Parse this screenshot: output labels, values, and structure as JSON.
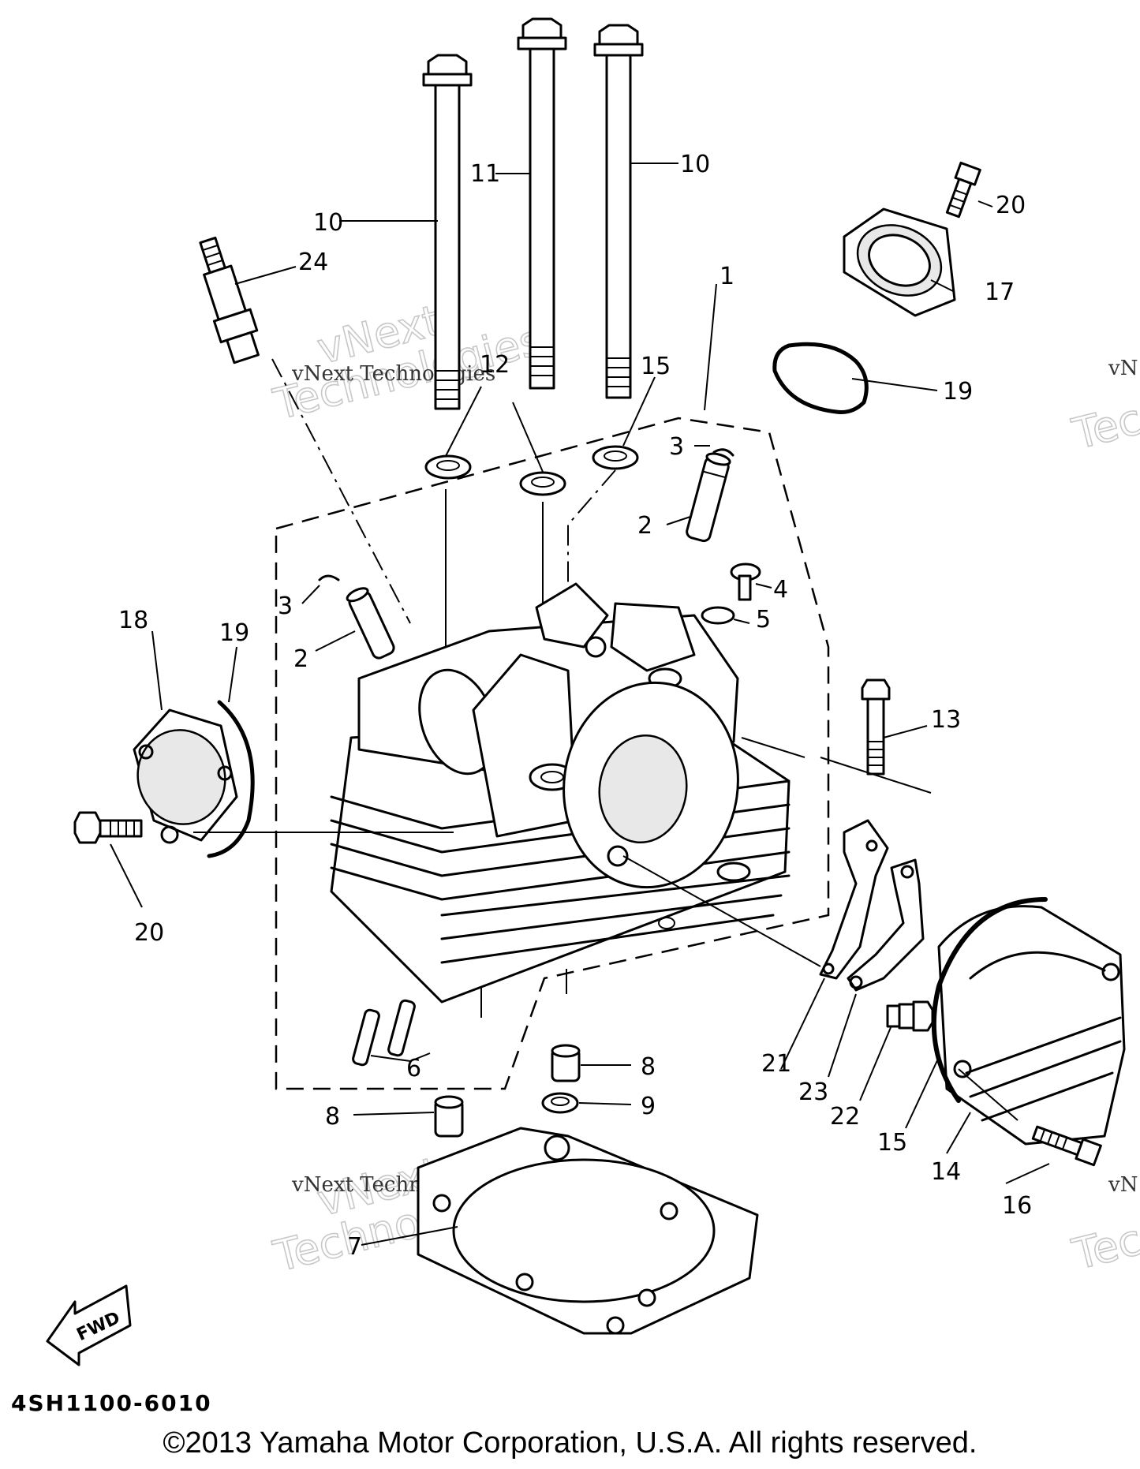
{
  "callouts": {
    "c1": "1",
    "c2a": "2",
    "c2b": "2",
    "c3a": "3",
    "c3b": "3",
    "c4": "4",
    "c5": "5",
    "c6": "6",
    "c7": "7",
    "c8a": "8",
    "c8b": "8",
    "c9": "9",
    "c10a": "10",
    "c10b": "10",
    "c11": "11",
    "c12": "12",
    "c13": "13",
    "c14": "14",
    "c15a": "15",
    "c15b": "15",
    "c16": "16",
    "c17": "17",
    "c18": "18",
    "c19a": "19",
    "c19b": "19",
    "c20a": "20",
    "c20b": "20",
    "c21": "21",
    "c22": "22",
    "c23": "23",
    "c24": "24"
  },
  "watermark": {
    "big_line1": "vNext",
    "big_line2": "Technologies",
    "small": "vNext Technologies",
    "edge_small": "vN",
    "edge_big": "Tec"
  },
  "fwd_label": "FWD",
  "part_code": "4SH1100-6010",
  "copyright": "©2013 Yamaha Motor Corporation, U.S.A. All rights reserved."
}
